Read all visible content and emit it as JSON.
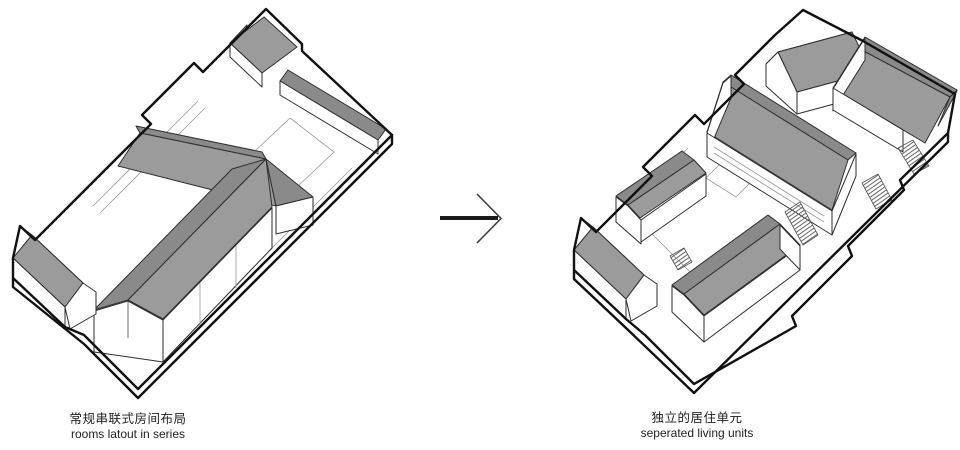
{
  "page": {
    "background": "#FFFFFF",
    "type": "architectural axonometric transformation diagram"
  },
  "colors": {
    "roof_light": "#9B9B9B",
    "roof_dark": "#8A8A8A",
    "edge": "#2E2E2E",
    "boundary": "#111111",
    "thin": "#9A9A9A",
    "text": "#222222",
    "arrow": "#1A1A1A",
    "bg": "#FFFFFF"
  },
  "diagram_left": {
    "caption_zh": "常规串联式房间布局",
    "caption_en": "rooms latout in series",
    "style": "axonometric massing, connected courtyard houses with continuous gray gabled roofs"
  },
  "diagram_right": {
    "caption_zh": "独立的居住单元",
    "caption_en": "seperated living units",
    "style": "axonometric massing, six detached gabled units with stairs between decks"
  },
  "arrow": {
    "symbol": "→",
    "direction": "right"
  }
}
